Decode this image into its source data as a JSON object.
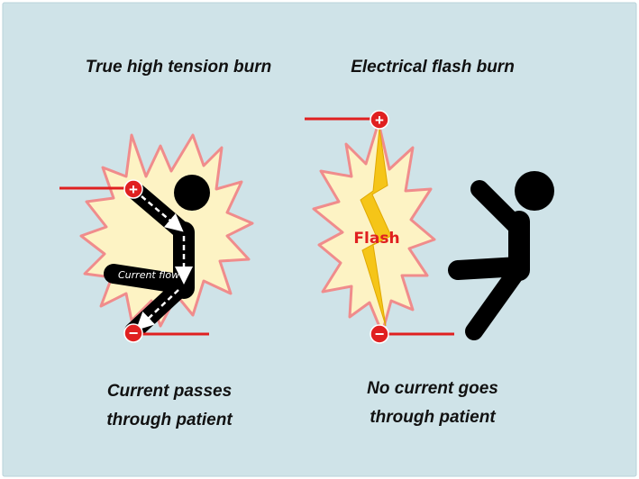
{
  "left_panel": {
    "title": "True high tension burn",
    "caption_line1": "Current passes",
    "caption_line2": "through patient",
    "current_label": "Current flow",
    "plus_symbol": "+",
    "minus_symbol": "−"
  },
  "right_panel": {
    "title": "Electrical flash burn",
    "caption_line1": "No current goes",
    "caption_line2": "through patient",
    "flash_label": "Flash",
    "plus_symbol": "+",
    "minus_symbol": "−"
  },
  "colors": {
    "background": "#cfe3e8",
    "burst_fill": "#fdf3c4",
    "burst_stroke": "#f08c8c",
    "wire": "#e02020",
    "terminal": "#e02020",
    "figure": "#000000",
    "bolt": "#f5c518",
    "flash_text": "#e02020"
  }
}
